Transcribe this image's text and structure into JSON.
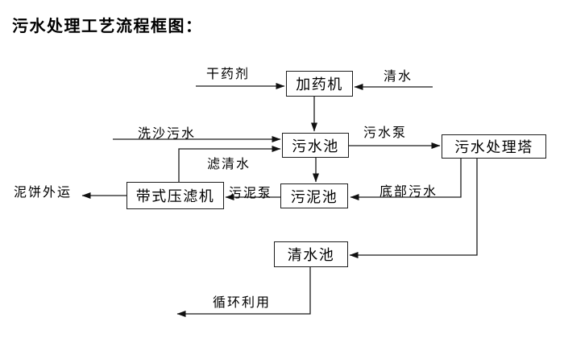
{
  "title": "污水处理工艺流程框图：",
  "diagram": {
    "nodes": {
      "dosing_machine": "加药机",
      "sewage_pool": "污水池",
      "treatment_tower": "污水处理塔",
      "sludge_pool": "污泥池",
      "belt_filter_press": "带式压滤机",
      "clean_water_pool": "清水池"
    },
    "labels": {
      "dry_agent": "干药剂",
      "clean_water": "清水",
      "sand_wash_sewage": "洗沙污水",
      "filtered_water": "滤清水",
      "sewage_pump": "污水泵",
      "bottom_sewage": "底部污水",
      "sludge_pump": "污泥泵",
      "mud_cake_out": "泥饼外运",
      "recycle_use": "循环利用"
    },
    "edges": [
      {
        "from": "干药剂",
        "to": "加药机",
        "label": "干药剂"
      },
      {
        "from": "清水",
        "to": "加药机",
        "label": "清水"
      },
      {
        "from": "加药机",
        "to": "污水池",
        "label": ""
      },
      {
        "from": "洗沙污水",
        "to": "污水池",
        "label": "洗沙污水"
      },
      {
        "from": "带式压滤机",
        "to": "污水池",
        "label": "滤清水"
      },
      {
        "from": "污水池",
        "to": "污水处理塔",
        "label": "污水泵"
      },
      {
        "from": "污水池",
        "to": "污泥池",
        "label": ""
      },
      {
        "from": "污水处理塔",
        "to": "污泥池",
        "label": "底部污水"
      },
      {
        "from": "污泥池",
        "to": "带式压滤机",
        "label": "污泥泵"
      },
      {
        "from": "带式压滤机",
        "to": "泥饼外运",
        "label": "泥饼外运"
      },
      {
        "from": "污水处理塔",
        "to": "清水池",
        "label": ""
      },
      {
        "from": "清水池",
        "to": "循环利用",
        "label": "循环利用"
      }
    ],
    "colors": {
      "line": "#1a1a1a",
      "text": "#000000",
      "box_border": "#1c1c1c",
      "background": "#ffffff"
    }
  }
}
